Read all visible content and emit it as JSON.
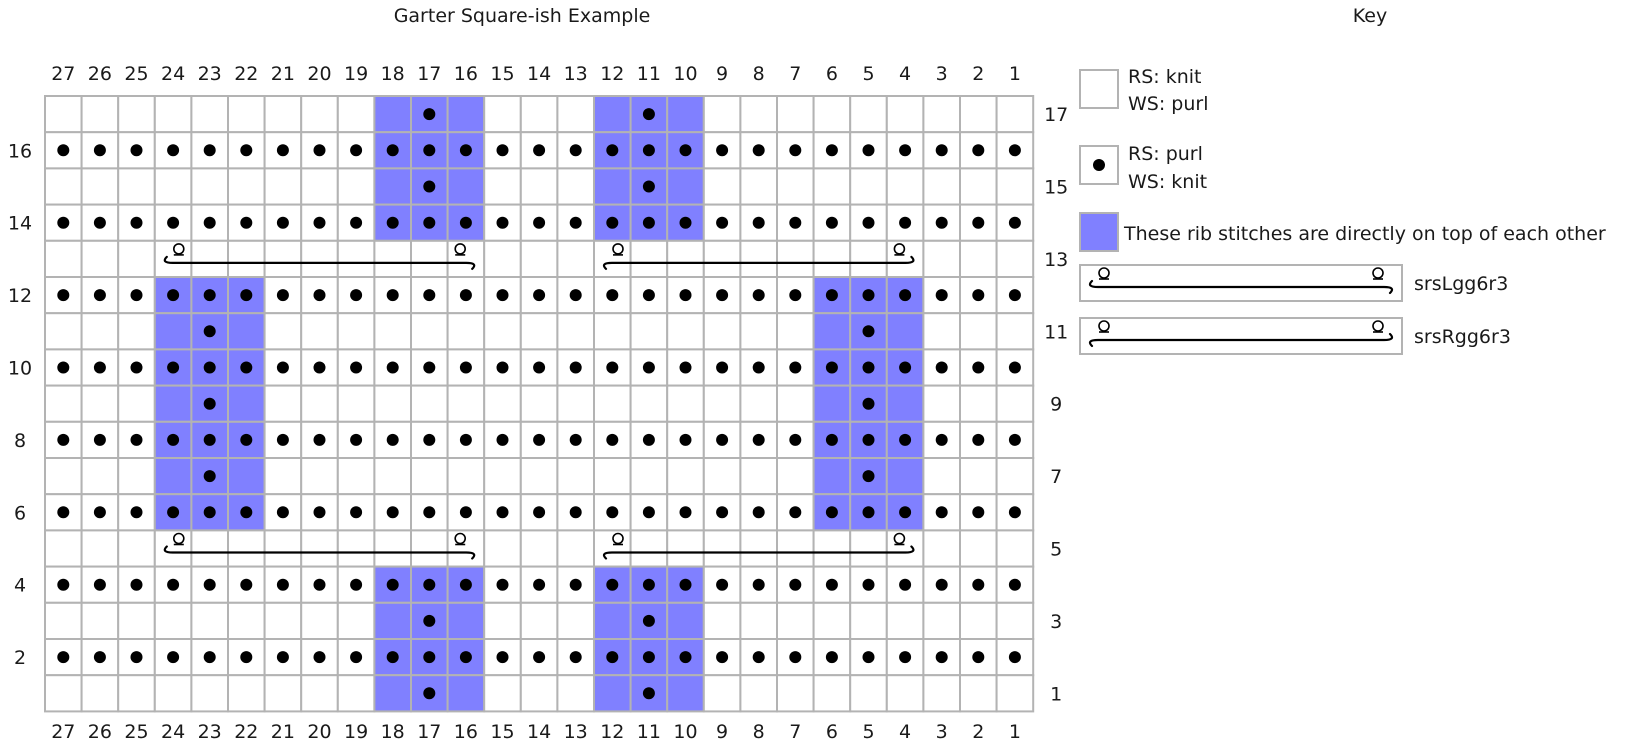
{
  "chart": {
    "title": "Garter Square-ish Example",
    "cols": 27,
    "rows": 17,
    "col_numbers": [
      "27",
      "26",
      "25",
      "24",
      "23",
      "22",
      "21",
      "20",
      "19",
      "18",
      "17",
      "16",
      "15",
      "14",
      "13",
      "12",
      "11",
      "10",
      "9",
      "8",
      "7",
      "6",
      "5",
      "4",
      "3",
      "2",
      "1"
    ],
    "row_numbers_left": [
      "16",
      "14",
      "12",
      "10",
      "8",
      "6",
      "4",
      "2"
    ],
    "row_numbers_right": [
      "17",
      "15",
      "13",
      "11",
      "9",
      "7",
      "5",
      "3",
      "1"
    ],
    "blue_cells": [
      {
        "row": 17,
        "col": 18
      },
      {
        "row": 17,
        "col": 17
      },
      {
        "row": 17,
        "col": 16
      },
      {
        "row": 17,
        "col": 12
      },
      {
        "row": 17,
        "col": 11
      },
      {
        "row": 17,
        "col": 10
      },
      {
        "row": 16,
        "col": 18
      },
      {
        "row": 16,
        "col": 17
      },
      {
        "row": 16,
        "col": 16
      },
      {
        "row": 16,
        "col": 12
      },
      {
        "row": 16,
        "col": 11
      },
      {
        "row": 16,
        "col": 10
      },
      {
        "row": 15,
        "col": 18
      },
      {
        "row": 15,
        "col": 17
      },
      {
        "row": 15,
        "col": 16
      },
      {
        "row": 15,
        "col": 12
      },
      {
        "row": 15,
        "col": 11
      },
      {
        "row": 15,
        "col": 10
      },
      {
        "row": 14,
        "col": 18
      },
      {
        "row": 14,
        "col": 17
      },
      {
        "row": 14,
        "col": 16
      },
      {
        "row": 14,
        "col": 12
      },
      {
        "row": 14,
        "col": 11
      },
      {
        "row": 14,
        "col": 10
      },
      {
        "row": 12,
        "col": 24
      },
      {
        "row": 12,
        "col": 23
      },
      {
        "row": 12,
        "col": 22
      },
      {
        "row": 12,
        "col": 6
      },
      {
        "row": 12,
        "col": 5
      },
      {
        "row": 12,
        "col": 4
      },
      {
        "row": 11,
        "col": 24
      },
      {
        "row": 11,
        "col": 23
      },
      {
        "row": 11,
        "col": 22
      },
      {
        "row": 11,
        "col": 6
      },
      {
        "row": 11,
        "col": 5
      },
      {
        "row": 11,
        "col": 4
      },
      {
        "row": 10,
        "col": 24
      },
      {
        "row": 10,
        "col": 23
      },
      {
        "row": 10,
        "col": 22
      },
      {
        "row": 10,
        "col": 6
      },
      {
        "row": 10,
        "col": 5
      },
      {
        "row": 10,
        "col": 4
      },
      {
        "row": 9,
        "col": 24
      },
      {
        "row": 9,
        "col": 23
      },
      {
        "row": 9,
        "col": 22
      },
      {
        "row": 9,
        "col": 6
      },
      {
        "row": 9,
        "col": 5
      },
      {
        "row": 9,
        "col": 4
      },
      {
        "row": 8,
        "col": 24
      },
      {
        "row": 8,
        "col": 23
      },
      {
        "row": 8,
        "col": 22
      },
      {
        "row": 8,
        "col": 6
      },
      {
        "row": 8,
        "col": 5
      },
      {
        "row": 8,
        "col": 4
      },
      {
        "row": 7,
        "col": 24
      },
      {
        "row": 7,
        "col": 23
      },
      {
        "row": 7,
        "col": 22
      },
      {
        "row": 7,
        "col": 6
      },
      {
        "row": 7,
        "col": 5
      },
      {
        "row": 7,
        "col": 4
      },
      {
        "row": 6,
        "col": 24
      },
      {
        "row": 6,
        "col": 23
      },
      {
        "row": 6,
        "col": 22
      },
      {
        "row": 6,
        "col": 6
      },
      {
        "row": 6,
        "col": 5
      },
      {
        "row": 6,
        "col": 4
      },
      {
        "row": 4,
        "col": 18
      },
      {
        "row": 4,
        "col": 17
      },
      {
        "row": 4,
        "col": 16
      },
      {
        "row": 4,
        "col": 12
      },
      {
        "row": 4,
        "col": 11
      },
      {
        "row": 4,
        "col": 10
      },
      {
        "row": 3,
        "col": 18
      },
      {
        "row": 3,
        "col": 17
      },
      {
        "row": 3,
        "col": 16
      },
      {
        "row": 3,
        "col": 12
      },
      {
        "row": 3,
        "col": 11
      },
      {
        "row": 3,
        "col": 10
      },
      {
        "row": 2,
        "col": 18
      },
      {
        "row": 2,
        "col": 17
      },
      {
        "row": 2,
        "col": 16
      },
      {
        "row": 2,
        "col": 12
      },
      {
        "row": 2,
        "col": 11
      },
      {
        "row": 2,
        "col": 10
      },
      {
        "row": 1,
        "col": 18
      },
      {
        "row": 1,
        "col": 17
      },
      {
        "row": 1,
        "col": 16
      },
      {
        "row": 1,
        "col": 12
      },
      {
        "row": 1,
        "col": 11
      },
      {
        "row": 1,
        "col": 10
      }
    ],
    "full_purl_rows": [
      16,
      14,
      12,
      10,
      8,
      6,
      4,
      2
    ],
    "partial_purl_rows": [
      {
        "row": 17,
        "cols": [
          17,
          11
        ]
      },
      {
        "row": 15,
        "cols": [
          17,
          11
        ]
      },
      {
        "row": 11,
        "cols": [
          23,
          5
        ]
      },
      {
        "row": 9,
        "cols": [
          23,
          5
        ]
      },
      {
        "row": 7,
        "cols": [
          23,
          5
        ]
      },
      {
        "row": 3,
        "cols": [
          17,
          11
        ]
      },
      {
        "row": 1,
        "cols": [
          17,
          11
        ]
      }
    ],
    "cables": [
      {
        "row": 13,
        "from_col": 24,
        "to_col": 16,
        "type": "srsLgg6r3"
      },
      {
        "row": 13,
        "from_col": 12,
        "to_col": 4,
        "type": "srsRgg6r3"
      },
      {
        "row": 5,
        "from_col": 24,
        "to_col": 16,
        "type": "srsLgg6r3"
      },
      {
        "row": 5,
        "from_col": 12,
        "to_col": 4,
        "type": "srsRgg6r3"
      }
    ]
  },
  "key": {
    "title": "Key",
    "items": [
      {
        "symbol": "blank",
        "line1": "RS: knit",
        "line2": "WS: purl"
      },
      {
        "symbol": "dot",
        "line1": "RS: purl",
        "line2": "WS: knit"
      },
      {
        "symbol": "blue",
        "line1": "These rib stitches are directly on top of each other",
        "line2": ""
      },
      {
        "symbol": "cableL",
        "line1": "srsLgg6r3",
        "line2": ""
      },
      {
        "symbol": "cableR",
        "line1": "srsRgg6r3",
        "line2": ""
      }
    ]
  },
  "colors": {
    "grid": "#b3b3b3",
    "blue": "#8080ff",
    "dot": "#000000",
    "text": "#1a1a1a"
  }
}
